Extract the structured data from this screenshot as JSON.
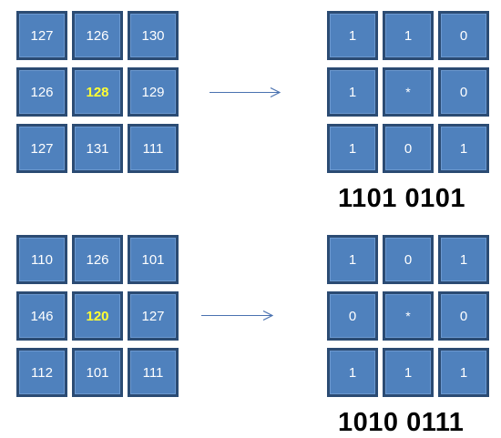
{
  "examples": [
    {
      "neighborhood": [
        "127",
        "126",
        "130",
        "126",
        "128",
        "129",
        "127",
        "131",
        "111"
      ],
      "binary_pattern": [
        "1",
        "1",
        "0",
        "1",
        "*",
        "0",
        "1",
        "0",
        "1"
      ],
      "code": "1101 0101"
    },
    {
      "neighborhood": [
        "110",
        "126",
        "101",
        "146",
        "120",
        "127",
        "112",
        "101",
        "111"
      ],
      "binary_pattern": [
        "1",
        "0",
        "1",
        "0",
        "*",
        "0",
        "1",
        "1",
        "1"
      ],
      "code": "1010 0111"
    }
  ],
  "colors": {
    "cell_fill": "#4f81bd",
    "cell_border": "#2b4b73",
    "center_text": "#ffff33",
    "arrow": "#4a72b0"
  }
}
